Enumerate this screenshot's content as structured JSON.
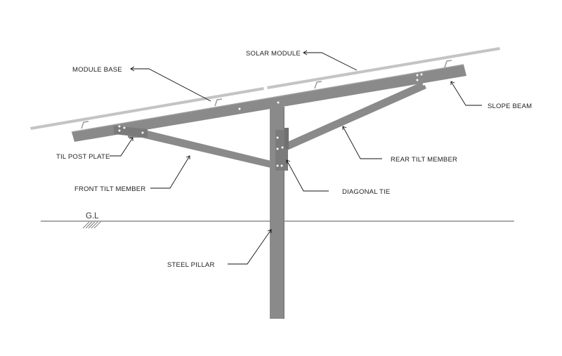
{
  "colors": {
    "steel": "#8a8a8a",
    "steel_dark": "#6f6f6f",
    "module": "#c4c4c4",
    "bolt": "#ffffff",
    "ground": "#555555",
    "text": "#222222"
  },
  "ground_label": "G.L",
  "labels": {
    "solar_module": "SOLAR MODULE",
    "module_base": "MODULE BASE",
    "slope_beam": "SLOPE BEAM",
    "til_post_plate": "TIL POST PLATE",
    "rear_tilt_member": "REAR TILT MEMBER",
    "front_tilt_member": "FRONT TILT MEMBER",
    "diagonal_tie": "DIAGONAL TIE",
    "steel_pillar": "STEEL PILLAR"
  }
}
